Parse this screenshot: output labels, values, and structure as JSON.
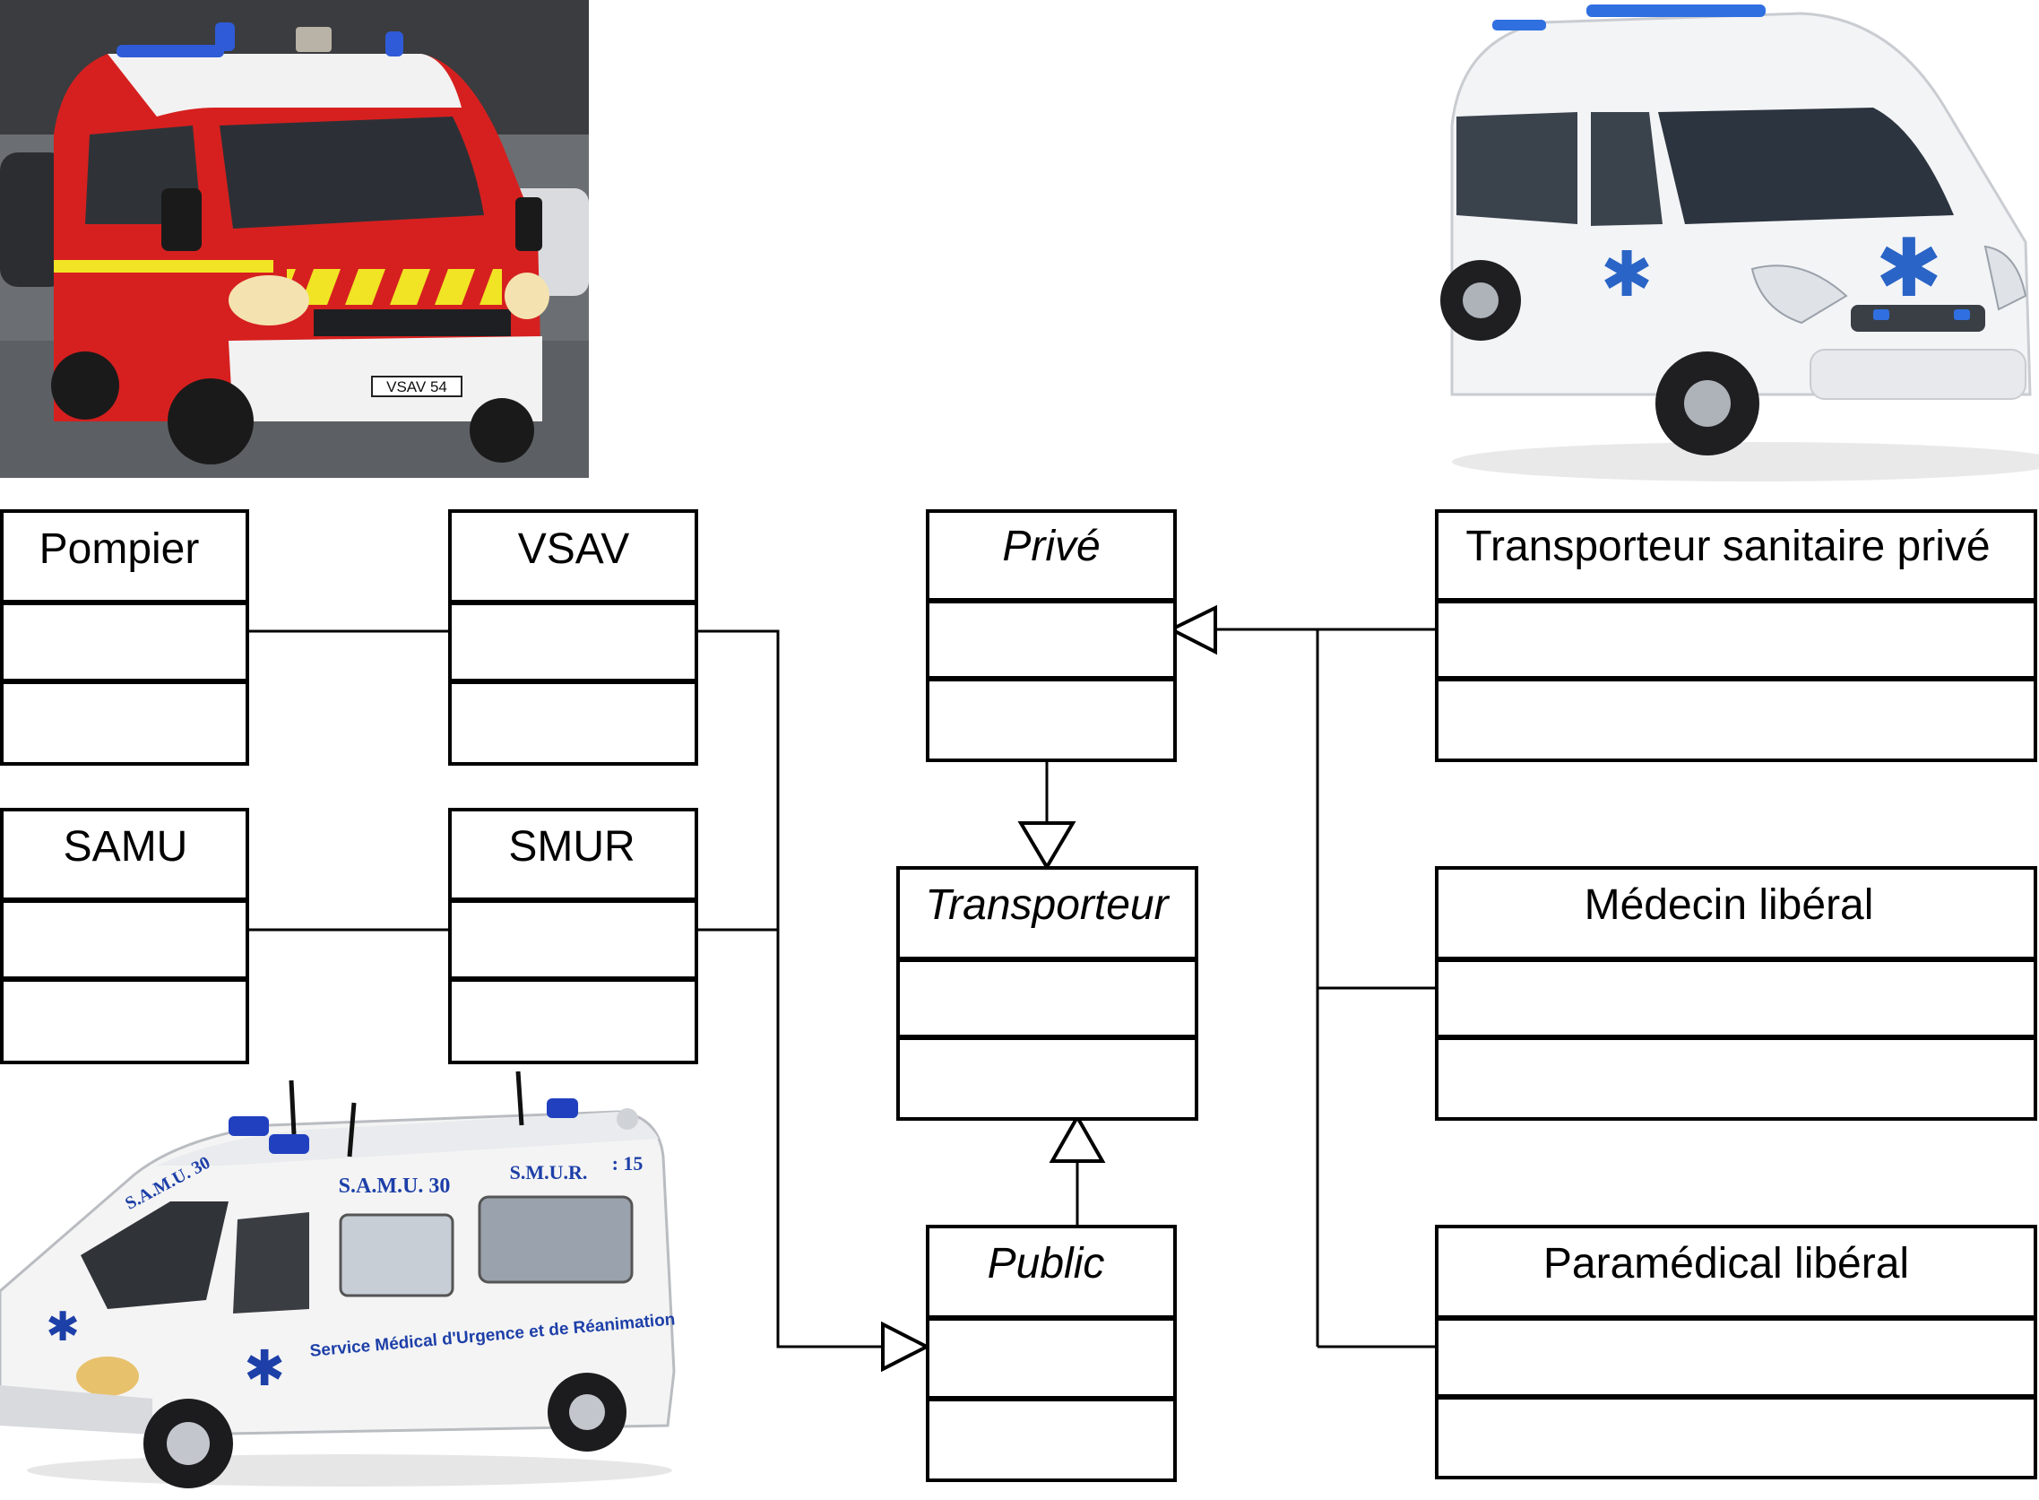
{
  "diagram": {
    "classes": {
      "pompier": {
        "name": "Pompier",
        "abstract": false
      },
      "vsav": {
        "name": "VSAV",
        "abstract": false
      },
      "samu": {
        "name": "SAMU",
        "abstract": false
      },
      "smur": {
        "name": "SMUR",
        "abstract": false
      },
      "prive": {
        "name": "Privé",
        "abstract": true
      },
      "transporteur": {
        "name": "Transporteur",
        "abstract": true
      },
      "public": {
        "name": "Public",
        "abstract": true
      },
      "transporteur_sanitaire_prive": {
        "name": "Transporteur sanitaire privé",
        "abstract": false
      },
      "medecin_liberal": {
        "name": "Médecin libéral",
        "abstract": false
      },
      "paramedical_liberal": {
        "name": "Paramédical libéral",
        "abstract": false
      }
    },
    "relations": [
      {
        "from": "pompier",
        "to": "vsav",
        "type": "association"
      },
      {
        "from": "samu",
        "to": "smur",
        "type": "association"
      },
      {
        "from": "vsav",
        "to": "public",
        "type": "generalization"
      },
      {
        "from": "smur",
        "to": "public",
        "type": "generalization"
      },
      {
        "from": "prive",
        "to": "transporteur",
        "type": "generalization"
      },
      {
        "from": "public",
        "to": "transporteur",
        "type": "generalization"
      },
      {
        "from": "transporteur_sanitaire_prive",
        "to": "prive",
        "type": "generalization"
      },
      {
        "from": "medecin_liberal",
        "to": "prive",
        "type": "generalization"
      },
      {
        "from": "paramedical_liberal",
        "to": "prive",
        "type": "generalization"
      }
    ]
  },
  "photos": {
    "fire_truck": {
      "plate": "VSAV 54",
      "colors": {
        "body": "#d6201f",
        "stripe": "#f1e424",
        "roof": "#f2f2f2"
      }
    },
    "private_ambulance": {
      "colors": {
        "body": "#f3f4f6",
        "star": "#2a64c6",
        "light": "#2f6fe0"
      }
    },
    "samu_ambulance": {
      "roof_text": "S.A.M.U. 30",
      "side_text": "S.A.M.U. 30",
      "smur_text": "S.M.U.R.",
      "phone_text": ": 15",
      "service_text": "Service Médical d'Urgence et de Réanimation",
      "colors": {
        "body": "#f4f4f4",
        "text": "#1d3fa8",
        "light": "#2140c0"
      }
    }
  }
}
